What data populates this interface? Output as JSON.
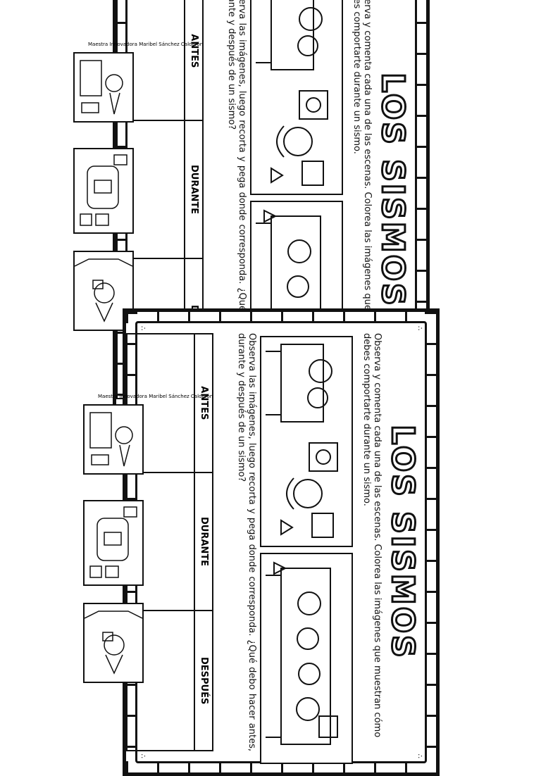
{
  "credit": "Maestra Innovadora Maribel Sánchez Calderón",
  "title": "LOS SISMOS",
  "intro": "Observa y comenta cada una de las escenas. Colorea las imágenes que muestran cómo debes comportarte durante un sismo.",
  "instruction": "Observa las imágenes, luego recorta y pega donde corresponda. ¿Qué debo hacer antes, durante y después de un sismo?",
  "columns": [
    "ANTES",
    "DURANTE",
    "DESPUÉS"
  ],
  "icons": [
    "facebook-icon",
    "youtube-icon",
    "tiktok-icon"
  ],
  "colors": {
    "ink": "#111111",
    "facebook": "#1877f2",
    "youtube": "#e02020"
  }
}
